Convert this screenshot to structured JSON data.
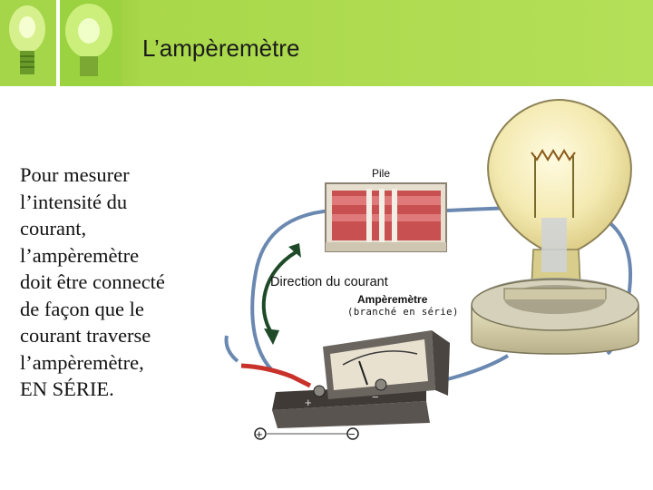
{
  "slide": {
    "title": "L’ampèremètre",
    "body_lines": [
      "Pour mesurer",
      "l’intensité du",
      "courant,",
      "l’ampèremètre",
      "doit être connecté",
      "de façon que le",
      "courant traverse",
      "l’ampèremètre,",
      "EN SÉRIE."
    ]
  },
  "illustration": {
    "battery_label": "Pile",
    "direction_label": "Direction du courant",
    "ammeter_label": "Ampèremètre",
    "series_label": "(branché en série)",
    "plus_sign": "+",
    "minus_sign": "−"
  },
  "colors": {
    "header_green": "#a9d84a",
    "wire_blue": "#6a88b0",
    "wire_red": "#c8322a",
    "arrow_green": "#1e4a28"
  }
}
